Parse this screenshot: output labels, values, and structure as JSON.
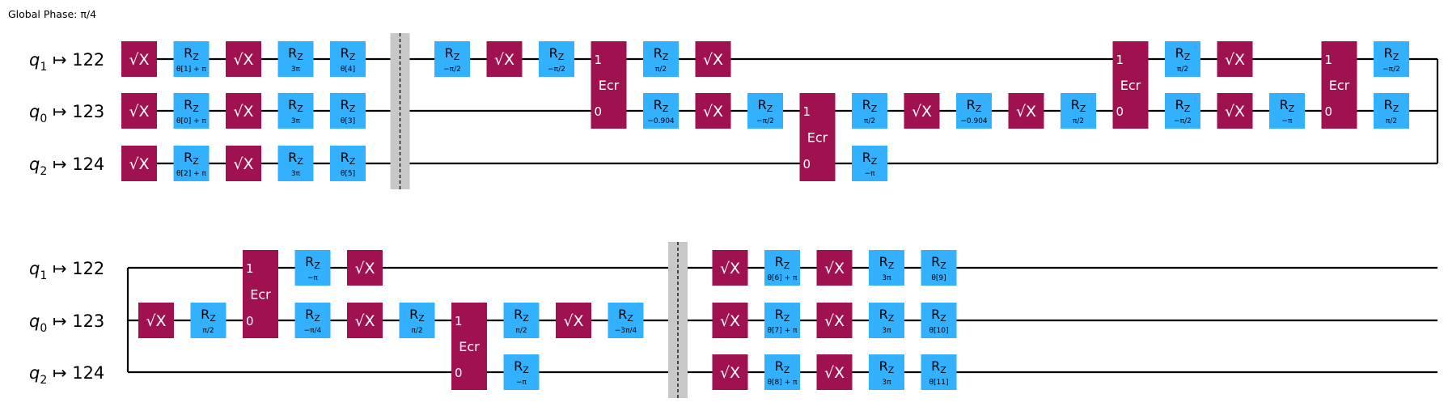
{
  "global_phase": "Global Phase: π/4",
  "colors": {
    "sx": "#a0114f",
    "rz": "#33b1ff",
    "ecr": "#a0114f",
    "barrier": "#c8c8c8",
    "wire": "#000000"
  },
  "qubit_rows": [
    {
      "name": "q",
      "index": "1",
      "phys": "122"
    },
    {
      "name": "q",
      "index": "0",
      "phys": "123"
    },
    {
      "name": "q",
      "index": "2",
      "phys": "124"
    }
  ],
  "glyphs": {
    "sx": "√X",
    "rz": "R",
    "rz_sub": "Z",
    "ecr": "Ecr",
    "port_a": "1",
    "port_b": "0"
  },
  "sections": [
    {
      "gates": [
        {
          "t": "sx",
          "r": 0,
          "c": 0
        },
        {
          "t": "rz",
          "r": 0,
          "c": 1,
          "p": "θ[1] + π"
        },
        {
          "t": "sx",
          "r": 0,
          "c": 2
        },
        {
          "t": "rz",
          "r": 0,
          "c": 3,
          "p": "3π"
        },
        {
          "t": "rz",
          "r": 0,
          "c": 4,
          "p": "θ[4]"
        },
        {
          "t": "sx",
          "r": 1,
          "c": 0
        },
        {
          "t": "rz",
          "r": 1,
          "c": 1,
          "p": "θ[0] + π"
        },
        {
          "t": "sx",
          "r": 1,
          "c": 2
        },
        {
          "t": "rz",
          "r": 1,
          "c": 3,
          "p": "3π"
        },
        {
          "t": "rz",
          "r": 1,
          "c": 4,
          "p": "θ[3]"
        },
        {
          "t": "sx",
          "r": 2,
          "c": 0
        },
        {
          "t": "rz",
          "r": 2,
          "c": 1,
          "p": "θ[2] + π"
        },
        {
          "t": "sx",
          "r": 2,
          "c": 2
        },
        {
          "t": "rz",
          "r": 2,
          "c": 3,
          "p": "3π"
        },
        {
          "t": "rz",
          "r": 2,
          "c": 4,
          "p": "θ[5]"
        },
        {
          "t": "barrier",
          "c": 5
        },
        {
          "t": "rz",
          "r": 0,
          "c": 6,
          "p": "−π/2"
        },
        {
          "t": "sx",
          "r": 0,
          "c": 7
        },
        {
          "t": "rz",
          "r": 0,
          "c": 8,
          "p": "−π/2"
        },
        {
          "t": "ecr",
          "r": 0,
          "r2": 1,
          "c": 9
        },
        {
          "t": "rz",
          "r": 0,
          "c": 10,
          "p": "π/2"
        },
        {
          "t": "sx",
          "r": 0,
          "c": 11
        },
        {
          "t": "rz",
          "r": 1,
          "c": 10,
          "p": "−0.904"
        },
        {
          "t": "sx",
          "r": 1,
          "c": 11
        },
        {
          "t": "rz",
          "r": 1,
          "c": 12,
          "p": "−π/2"
        },
        {
          "t": "ecr",
          "r": 1,
          "r2": 2,
          "c": 13
        },
        {
          "t": "rz",
          "r": 1,
          "c": 14,
          "p": "π/2"
        },
        {
          "t": "rz",
          "r": 2,
          "c": 14,
          "p": "−π"
        },
        {
          "t": "sx",
          "r": 1,
          "c": 15
        },
        {
          "t": "rz",
          "r": 1,
          "c": 16,
          "p": "−0.904"
        },
        {
          "t": "sx",
          "r": 1,
          "c": 17
        },
        {
          "t": "rz",
          "r": 1,
          "c": 18,
          "p": "π/2"
        },
        {
          "t": "ecr",
          "r": 0,
          "r2": 1,
          "c": 19
        },
        {
          "t": "rz",
          "r": 0,
          "c": 20,
          "p": "π/2"
        },
        {
          "t": "sx",
          "r": 0,
          "c": 21
        },
        {
          "t": "rz",
          "r": 1,
          "c": 20,
          "p": "−π/2"
        },
        {
          "t": "sx",
          "r": 1,
          "c": 21
        },
        {
          "t": "rz",
          "r": 1,
          "c": 22,
          "p": "−π"
        },
        {
          "t": "ecr",
          "r": 0,
          "r2": 1,
          "c": 23
        },
        {
          "t": "rz",
          "r": 0,
          "c": 24,
          "p": "−π/2"
        },
        {
          "t": "rz",
          "r": 1,
          "c": 24,
          "p": "π/2"
        }
      ]
    },
    {
      "gates": [
        {
          "t": "sx",
          "r": 1,
          "c": 0
        },
        {
          "t": "rz",
          "r": 1,
          "c": 1,
          "p": "π/2"
        },
        {
          "t": "ecr",
          "r": 0,
          "r2": 1,
          "c": 2
        },
        {
          "t": "rz",
          "r": 0,
          "c": 3,
          "p": "−π"
        },
        {
          "t": "sx",
          "r": 0,
          "c": 4
        },
        {
          "t": "rz",
          "r": 1,
          "c": 3,
          "p": "−π/4"
        },
        {
          "t": "sx",
          "r": 1,
          "c": 4
        },
        {
          "t": "rz",
          "r": 1,
          "c": 5,
          "p": "π/2"
        },
        {
          "t": "ecr",
          "r": 1,
          "r2": 2,
          "c": 6
        },
        {
          "t": "rz",
          "r": 1,
          "c": 7,
          "p": "π/2"
        },
        {
          "t": "sx",
          "r": 1,
          "c": 8
        },
        {
          "t": "rz",
          "r": 1,
          "c": 9,
          "p": "−3π/4"
        },
        {
          "t": "rz",
          "r": 2,
          "c": 7,
          "p": "−π"
        },
        {
          "t": "barrier",
          "c": 10
        },
        {
          "t": "sx",
          "r": 0,
          "c": 11
        },
        {
          "t": "rz",
          "r": 0,
          "c": 12,
          "p": "θ[6] + π"
        },
        {
          "t": "sx",
          "r": 0,
          "c": 13
        },
        {
          "t": "rz",
          "r": 0,
          "c": 14,
          "p": "3π"
        },
        {
          "t": "rz",
          "r": 0,
          "c": 15,
          "p": "θ[9]"
        },
        {
          "t": "sx",
          "r": 1,
          "c": 11
        },
        {
          "t": "rz",
          "r": 1,
          "c": 12,
          "p": "θ[7] + π"
        },
        {
          "t": "sx",
          "r": 1,
          "c": 13
        },
        {
          "t": "rz",
          "r": 1,
          "c": 14,
          "p": "3π"
        },
        {
          "t": "rz",
          "r": 1,
          "c": 15,
          "p": "θ[10]"
        },
        {
          "t": "sx",
          "r": 2,
          "c": 11
        },
        {
          "t": "rz",
          "r": 2,
          "c": 12,
          "p": "θ[8] + π"
        },
        {
          "t": "sx",
          "r": 2,
          "c": 13
        },
        {
          "t": "rz",
          "r": 2,
          "c": 14,
          "p": "3π"
        },
        {
          "t": "rz",
          "r": 2,
          "c": 15,
          "p": "θ[11]"
        }
      ]
    }
  ]
}
